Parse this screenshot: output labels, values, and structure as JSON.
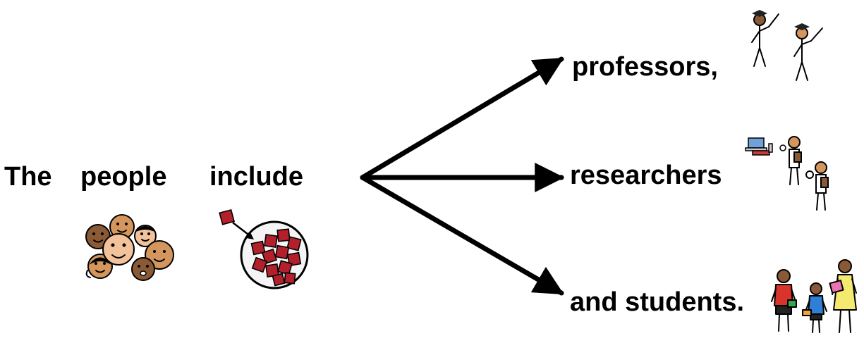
{
  "sentence": {
    "subject": {
      "article": "The",
      "noun": "people",
      "noun_icon": "crowd-of-faces-icon"
    },
    "verb": {
      "label": "include",
      "icon": "include-set-icon"
    },
    "branches": [
      {
        "label": "professors,",
        "icon": "professors-icon"
      },
      {
        "label": "researchers",
        "icon": "researchers-icon"
      },
      {
        "label": "and students.",
        "icon": "students-icon"
      }
    ]
  },
  "colors": {
    "text": "#000000",
    "arrow": "#000000",
    "set_fill": "#b3202c",
    "skin_light": "#f2c29a",
    "skin_medium": "#d4965c",
    "skin_dark": "#8a5a36",
    "student_red": "#d9342b",
    "student_blue": "#2f7fd6",
    "student_yellow": "#f4ea70",
    "book_pink": "#e874b0",
    "book_green": "#3aa64a",
    "book_orange": "#f2a23a"
  }
}
